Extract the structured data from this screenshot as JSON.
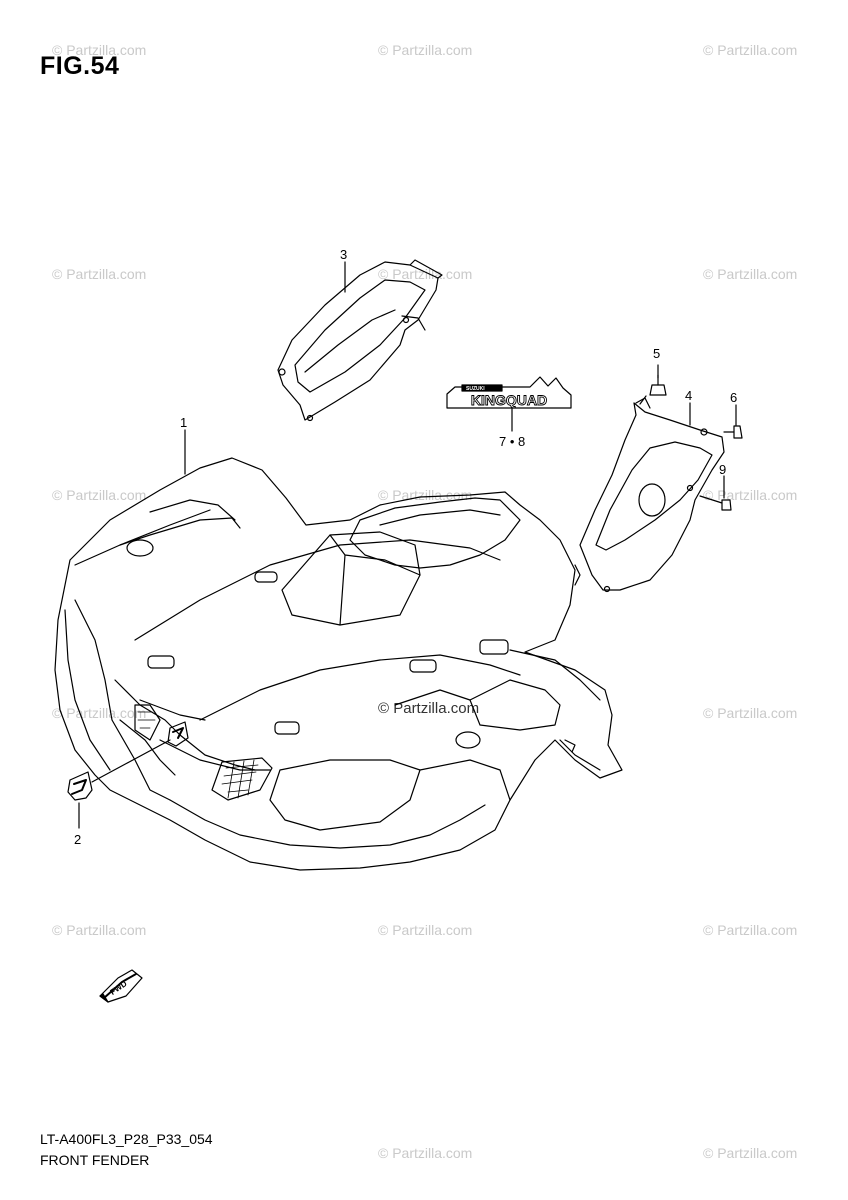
{
  "figure": {
    "title": "FIG.54"
  },
  "callouts": {
    "c1": "1",
    "c2": "2",
    "c3": "3",
    "c4": "4",
    "c5": "5",
    "c6": "6",
    "c78": "7 • 8",
    "c9": "9"
  },
  "emblem": {
    "small_text": "SUZUKI",
    "text": "KINGQUAD"
  },
  "fwd_arrow": {
    "label": "FWD"
  },
  "footer": {
    "code": "LT-A400FL3_P28_P33_054",
    "title": "FRONT FENDER"
  },
  "watermark": {
    "text": "© Partzilla.com"
  },
  "colors": {
    "line": "#000000",
    "watermark": "#c9c9c9",
    "background": "#ffffff"
  }
}
